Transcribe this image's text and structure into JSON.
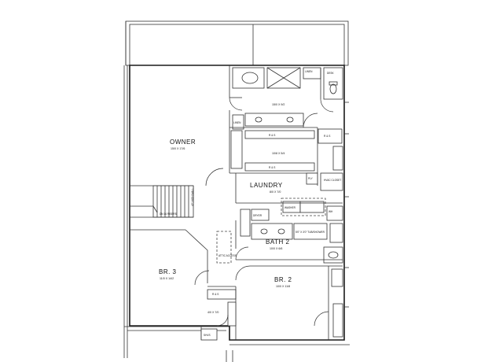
{
  "rooms": {
    "owner": {
      "name": "OWNER",
      "size": "15/0 X 17/6"
    },
    "owner_bath": {
      "size": "15/0 X 9/2"
    },
    "closet": {
      "size": "10/8 X 5/4"
    },
    "laundry": {
      "name": "LAUNDRY",
      "size": "8/0 X 7/0"
    },
    "bath2": {
      "name": "BATH 2",
      "size": "10/0 X 6/6"
    },
    "br2": {
      "name": "BR. 2",
      "size": "10/0 X 11/8"
    },
    "br3": {
      "name": "BR. 3",
      "size": "11/0 X 14/2"
    },
    "closet3": {
      "size": "4/0 X 7/0"
    }
  },
  "labels": {
    "linen": "LINEN",
    "rs": "R & S",
    "dryer": "DRYER",
    "washer": "WASHER",
    "hvac": "HVAC CLOSET",
    "ply": "PLY",
    "tub": "5'0\" X 3'0\" TUB/SHOWER",
    "attic": "ATTIC ACCESS",
    "stair_note": "42\" HIGH WALL",
    "stair_dn": "DN 14 RISERS",
    "shelves": "SHVS",
    "desk": "DESK",
    "wh": "WH"
  }
}
